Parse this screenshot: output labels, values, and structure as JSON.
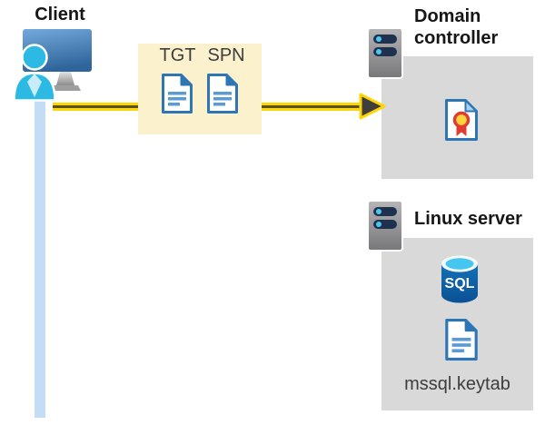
{
  "diagram": {
    "client": {
      "title": "Client"
    },
    "ticket_callout": {
      "tgt_label": "TGT",
      "spn_label": "SPN"
    },
    "domain_controller": {
      "title": "Domain controller"
    },
    "linux_server": {
      "title": "Linux server",
      "sql_label": "SQL",
      "keytab_label": "mssql.keytab"
    }
  },
  "colors": {
    "callout_background": "#FBF2CD",
    "arrow_yellow": "#FFD503",
    "arrow_core": "#56511E",
    "arrowhead_gray": "#3E3E3E",
    "server_box_gray": "#D9D9D9",
    "lifeline_blue": "#C3DDF6",
    "document_blue": "#2E75B6",
    "document_line_blue": "#5B9BD5",
    "person_cyan": "#2CBAE4",
    "monitor_blue": "#4D87C0",
    "ribbon_red": "#E03C31",
    "ribbon_gold": "#FFD43B",
    "sql_body_blue": "#0F63AC",
    "sql_top_cyan": "#45C6F1",
    "server_slot_navy": "#1E3250",
    "server_led_cyan": "#4EC7EC"
  },
  "icons": {
    "client": "user-at-computer-icon",
    "ticket_callout": [
      "document-icon",
      "document-icon"
    ],
    "domain_controller": [
      "server-icon",
      "certificate-icon"
    ],
    "linux_server": [
      "server-icon",
      "sql-database-icon",
      "document-icon"
    ],
    "flow": "yellow-arrow-right"
  }
}
